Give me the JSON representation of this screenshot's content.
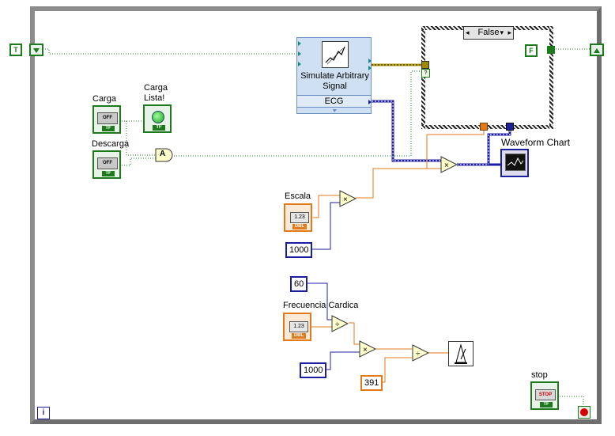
{
  "diagram": {
    "express_vi": {
      "title": "Simulate Arbitrary Signal",
      "output_label": "ECG"
    },
    "case_selector": {
      "value": "False"
    },
    "controls": {
      "carga": {
        "label": "Carga",
        "switch_text": "OFF",
        "type_text": "TF"
      },
      "carga_lista": {
        "label": "Carga Lista!",
        "type_text": "TF"
      },
      "descarga": {
        "label": "Descarga",
        "switch_text": "OFF",
        "type_text": "TF"
      },
      "escala": {
        "label": "Escala",
        "display": "1.23",
        "type_text": "DBL"
      },
      "frecuencia": {
        "label": "Frecuencia Cardica",
        "display": "1.23",
        "type_text": "DBL"
      },
      "waveform_chart": {
        "label": "Waveform Chart"
      },
      "stop": {
        "label": "stop",
        "button_text": "STOP",
        "type_text": "TF"
      }
    },
    "constants": {
      "true_const": "T",
      "false_const": "F",
      "c1000_a": "1000",
      "c60": "60",
      "c1000_b": "1000",
      "c391": "391",
      "and_symbol": "A",
      "info_icon": "i"
    },
    "colors": {
      "boolean_wire": "#1c7a1c",
      "double_wire": "#e07a1a",
      "int_wire": "#1d1da0",
      "dynamic_wire": "#1d1da0",
      "loop_frame": "#8c8c8c"
    }
  }
}
